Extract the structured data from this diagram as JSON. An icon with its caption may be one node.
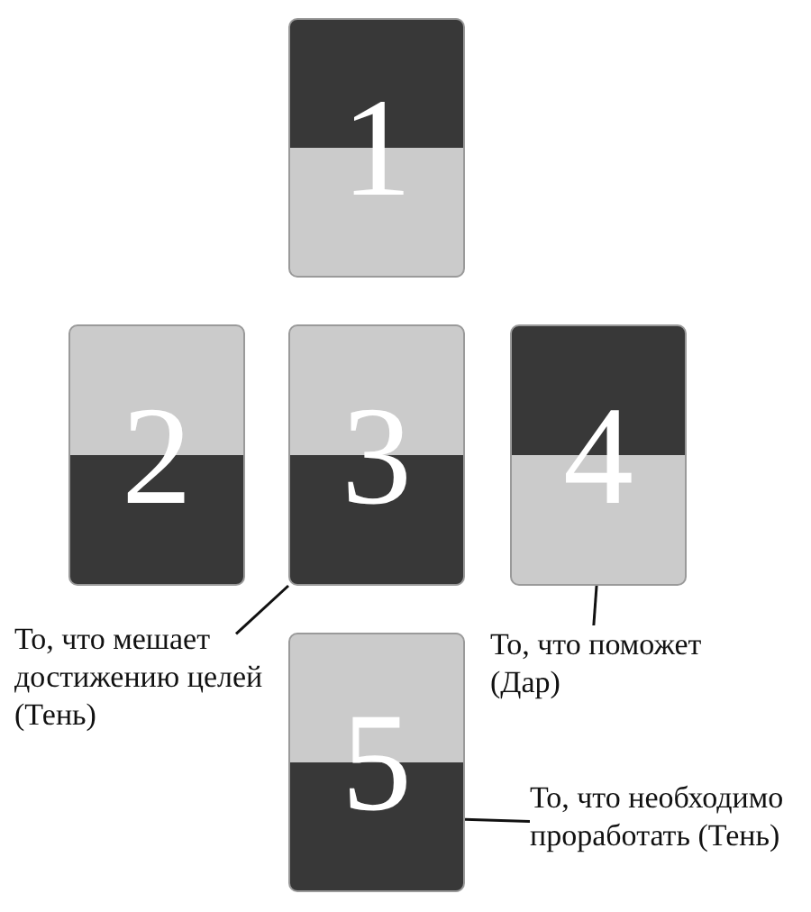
{
  "diagram": {
    "nodes": [
      {
        "text": [
          "1"
        ]
      },
      {
        "text": [
          "2"
        ]
      },
      {
        "text": [
          "3"
        ]
      },
      {
        "text": [
          "4"
        ]
      },
      {
        "text": [
          "5"
        ]
      },
      {
        "text": [
          "То, что мешает достижению целей (Тень)"
        ]
      },
      {
        "text": [
          "То, что поможет (Дар)"
        ]
      },
      {
        "text": [
          "То, что необходимо проработать (Тень)"
        ]
      }
    ],
    "edges": [
      {
        "from": 5,
        "to": 2,
        "arrow": "none"
      },
      {
        "from": 6,
        "to": 3,
        "arrow": "none"
      },
      {
        "from": 7,
        "to": 4,
        "arrow": "none"
      }
    ]
  }
}
